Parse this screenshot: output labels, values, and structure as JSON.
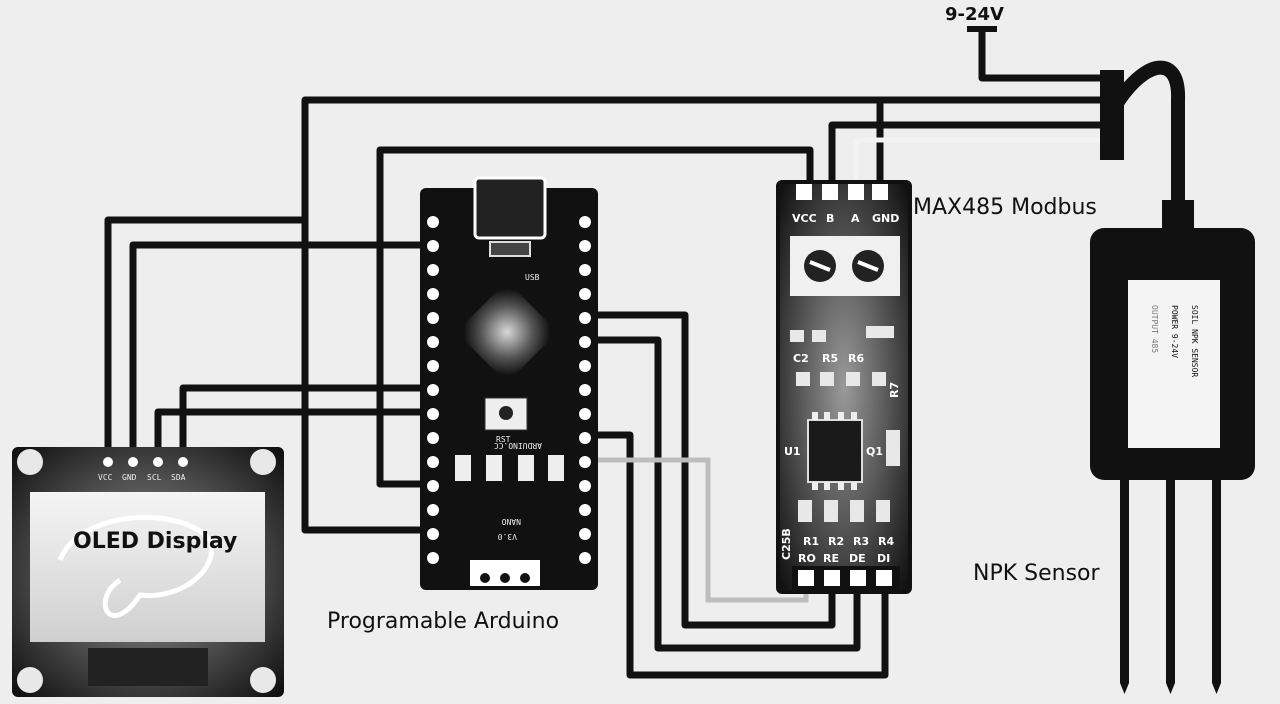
{
  "labels": {
    "supply": "9-24V",
    "max485": "MAX485 Modbus",
    "npk": "NPK Sensor",
    "arduino": "Programable Arduino",
    "oled": "OLED Display"
  },
  "max485_pins": [
    "VCC",
    "B",
    "A",
    "GND"
  ],
  "max485_ctrl_pins": [
    "RO",
    "RE",
    "DE",
    "DI"
  ],
  "max485_marks": [
    "U1",
    "C25B",
    "R7",
    "R1",
    "R2",
    "R3",
    "R4",
    "R5",
    "R6",
    "C2",
    "Q1"
  ],
  "arduino_marks": [
    "USB",
    "ARDUINO.CC",
    "NANO",
    "V3.0",
    "RST"
  ],
  "oled_pins": [
    "VCC",
    "GND",
    "SCL",
    "SDA"
  ],
  "npk_label": {
    "line1": "SOIL NPK SENSOR",
    "line2": "POWER 9-24V",
    "line3": "OUTPUT 485"
  }
}
